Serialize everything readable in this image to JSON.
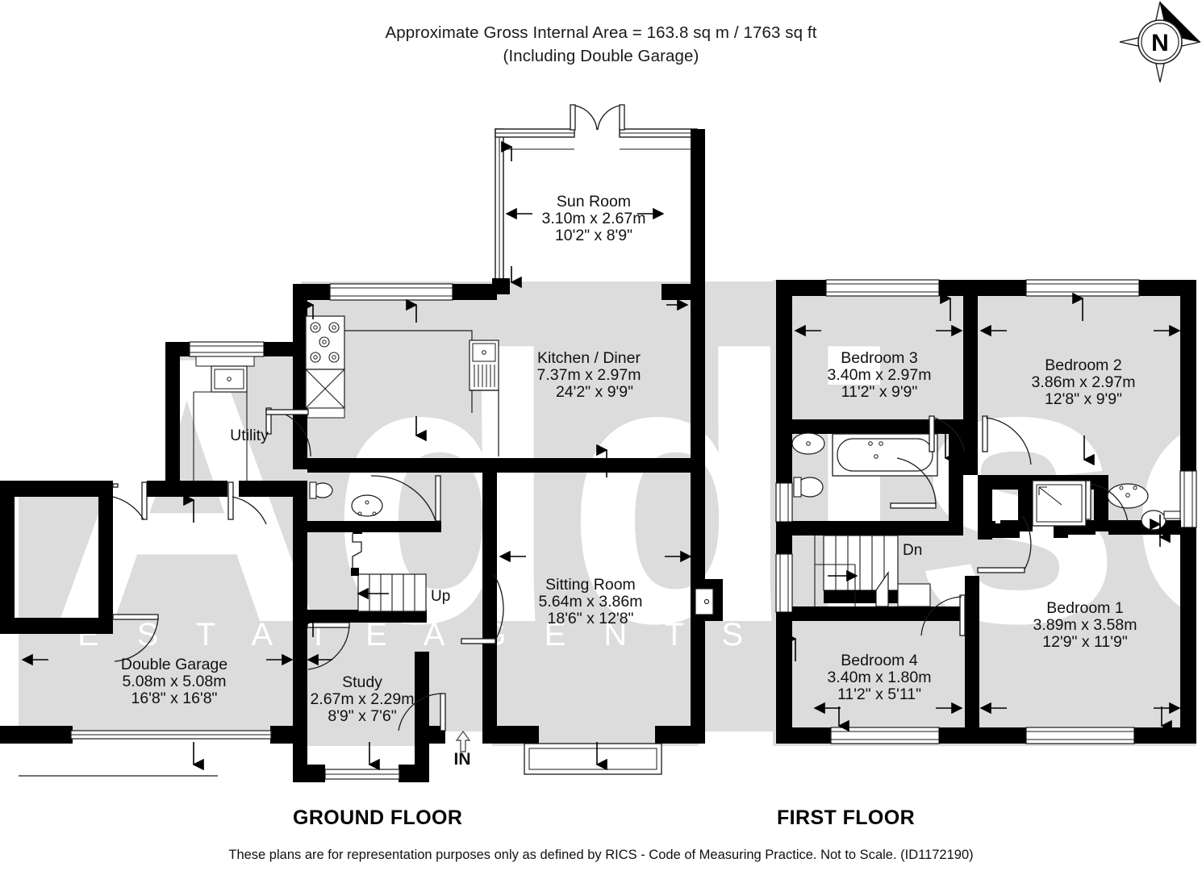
{
  "header": {
    "line1": "Approximate Gross Internal Area = 163.8 sq m / 1763 sq ft",
    "line2": "(Including Double Garage)"
  },
  "compass": {
    "label": "N",
    "name": "compass-rose"
  },
  "watermark": {
    "brand": "Addison",
    "tagline": "E S T A T E   A G E N T S",
    "color": "#ffffff"
  },
  "colors": {
    "wall": "#000000",
    "floor_fill": "#dcdcdc",
    "page_background": "#ffffff",
    "text": "#111111",
    "fixture_line": "#1a1a1a"
  },
  "floors": [
    {
      "id": "ground",
      "title": "GROUND FLOOR",
      "rooms": [
        {
          "name": "Sun Room",
          "metric": "3.10m x 2.67m",
          "imperial": "10'2\" x 8'9\""
        },
        {
          "name": "Kitchen / Diner",
          "metric": "7.37m x 2.97m",
          "imperial": "24'2\" x 9'9\""
        },
        {
          "name": "Utility",
          "metric": "",
          "imperial": ""
        },
        {
          "name": "Sitting Room",
          "metric": "5.64m x 3.86m",
          "imperial": "18'6\" x 12'8\""
        },
        {
          "name": "Double Garage",
          "metric": "5.08m x 5.08m",
          "imperial": "16'8\" x 16'8\""
        },
        {
          "name": "Study",
          "metric": "2.67m x 2.29m",
          "imperial": "8'9\" x 7'6\""
        }
      ],
      "annotations": [
        {
          "id": "stairs-up",
          "text": "Up"
        },
        {
          "id": "entrance",
          "text": "IN"
        }
      ]
    },
    {
      "id": "first",
      "title": "FIRST FLOOR",
      "rooms": [
        {
          "name": "Bedroom 3",
          "metric": "3.40m x 2.97m",
          "imperial": "11'2\" x 9'9\""
        },
        {
          "name": "Bedroom 2",
          "metric": "3.86m x 2.97m",
          "imperial": "12'8\" x 9'9\""
        },
        {
          "name": "Bedroom 1",
          "metric": "3.89m x 3.58m",
          "imperial": "12'9\" x 11'9\""
        },
        {
          "name": "Bedroom 4",
          "metric": "3.40m x 1.80m",
          "imperial": "11'2\" x 5'11\""
        }
      ],
      "annotations": [
        {
          "id": "stairs-down",
          "text": "Dn"
        }
      ]
    }
  ],
  "footer": {
    "disclaimer": "These plans are for representation purposes only as defined by RICS - Code of Measuring Practice. Not to Scale. (ID1172190)"
  }
}
